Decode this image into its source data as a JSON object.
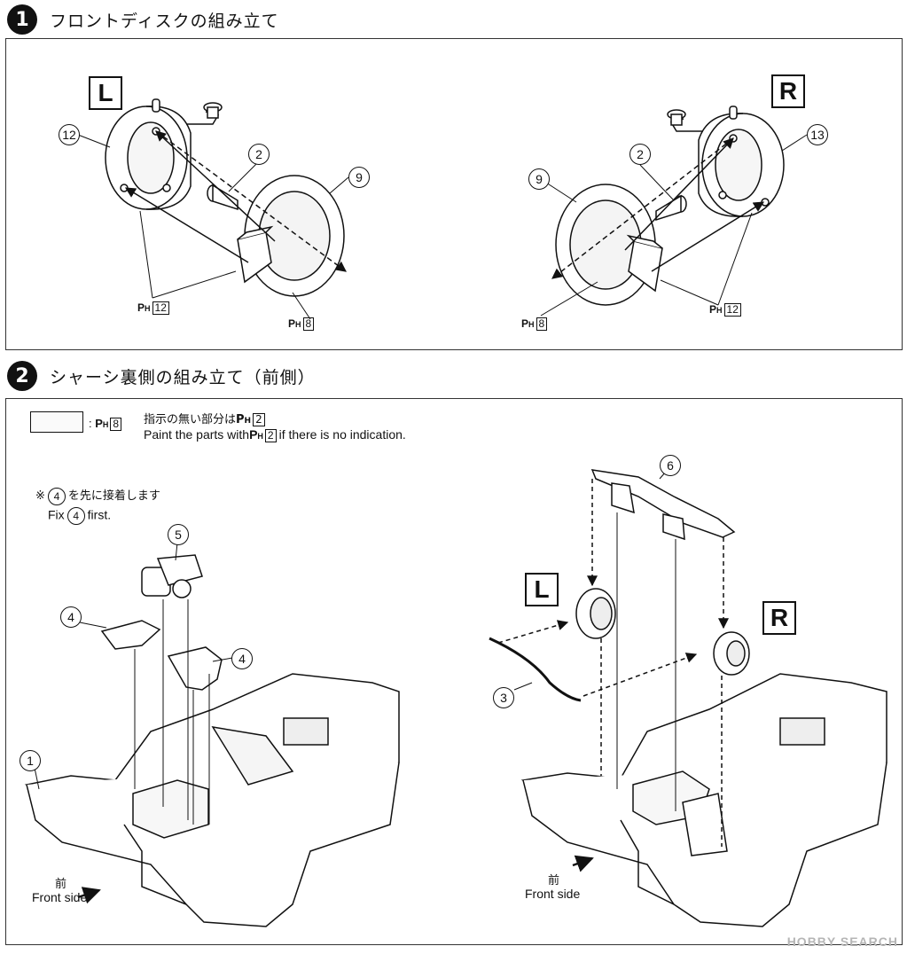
{
  "step1": {
    "number": "1",
    "title": "フロントディスクの組み立て"
  },
  "step2": {
    "number": "2",
    "title": "シャーシ裏側の組み立て（前側）"
  },
  "side_labels": {
    "left": "L",
    "right": "R"
  },
  "paint_prefix": "P",
  "paint_sub": "H",
  "paint_codes": {
    "code8": "8",
    "code12": "12",
    "code2": "2"
  },
  "part_numbers": {
    "p1": "1",
    "p2": "2",
    "p3": "3",
    "p4": "4",
    "p5": "5",
    "p6": "6",
    "p9": "9",
    "p12": "12",
    "p13": "13"
  },
  "legend": {
    "colon": ":",
    "jp_text_a": "指示の無い部分は",
    "en_text_a": "Paint the parts with",
    "en_text_b": "if there is no indication."
  },
  "note": {
    "jp_prefix": "※",
    "jp_suffix": "を先に接着します",
    "en_prefix": "Fix",
    "en_suffix": "first."
  },
  "front": {
    "jp": "前",
    "en": "Front side"
  },
  "watermark": "HOBBY SEARCH"
}
